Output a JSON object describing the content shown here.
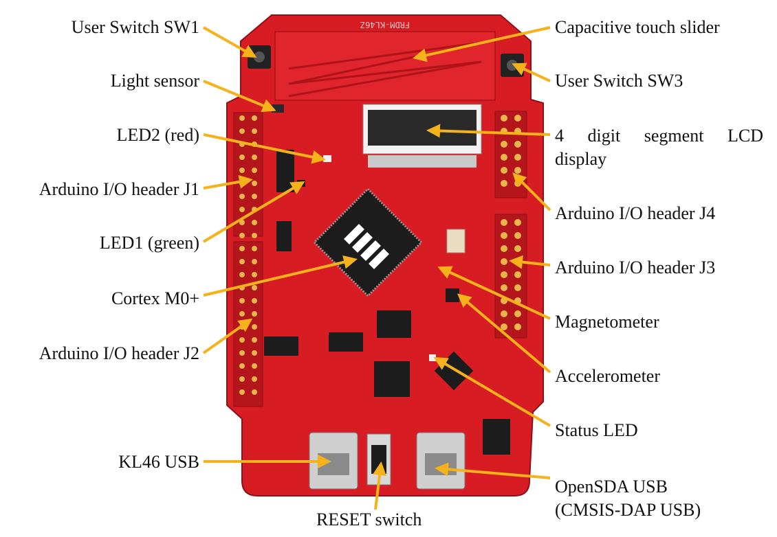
{
  "board_silkscreen": "FRDM-KL46Z",
  "colors": {
    "board": "#d71d23",
    "board_dark": "#a8141a",
    "arrow": "#f5b21a",
    "chip": "#1c1c1c",
    "header": "#e8b64a"
  },
  "labels": {
    "user_switch_sw1": "User Switch SW1",
    "light_sensor": "Light sensor",
    "led2": "LED2 (red)",
    "arduino_j1": "Arduino I/O header J1",
    "led1": "LED1 (green)",
    "cortex": "Cortex M0+",
    "arduino_j2": "Arduino I/O header J2",
    "kl46_usb": "KL46 USB",
    "reset_switch": "RESET switch",
    "touch_slider": "Capacitive touch slider",
    "user_switch_sw3": "User Switch SW3",
    "lcd_words": [
      "4",
      "digit",
      "segment",
      "LCD"
    ],
    "lcd_line2": "display",
    "arduino_j4": "Arduino I/O header J4",
    "arduino_j3": "Arduino I/O header J3",
    "magnetometer": "Magnetometer",
    "accelerometer": "Accelerometer",
    "status_led": "Status LED",
    "opensda_usb": "OpenSDA USB",
    "cmsis_dap": "(CMSIS-DAP USB)"
  }
}
